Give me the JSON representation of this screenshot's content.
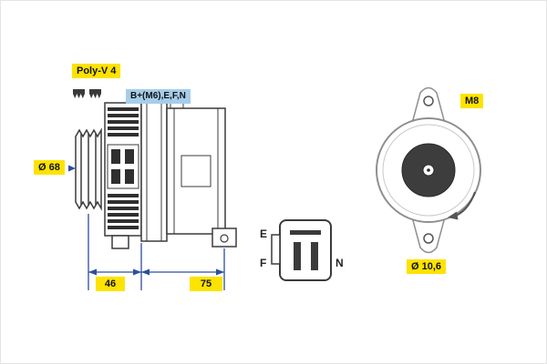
{
  "side_view": {
    "belt_label": "Poly-V 4",
    "terminal_label": "B+(M6),E,F,N",
    "pulley_diameter_label": "Ø 68",
    "dimensions": {
      "pulley_to_flange": "46",
      "flange_to_rear": "75"
    }
  },
  "rear_view": {
    "thread_label": "M8",
    "hole_diameter_label": "Ø 10,6"
  },
  "connector": {
    "terminals": [
      "E",
      "F",
      "N"
    ]
  },
  "colors": {
    "label_yellow": "#fde300",
    "label_blue": "#a6cdea",
    "dimension_blue": "#2d4f9e",
    "drawing_line": "#3b3b3b",
    "rear_outline_gray": "#8f8f8f"
  }
}
